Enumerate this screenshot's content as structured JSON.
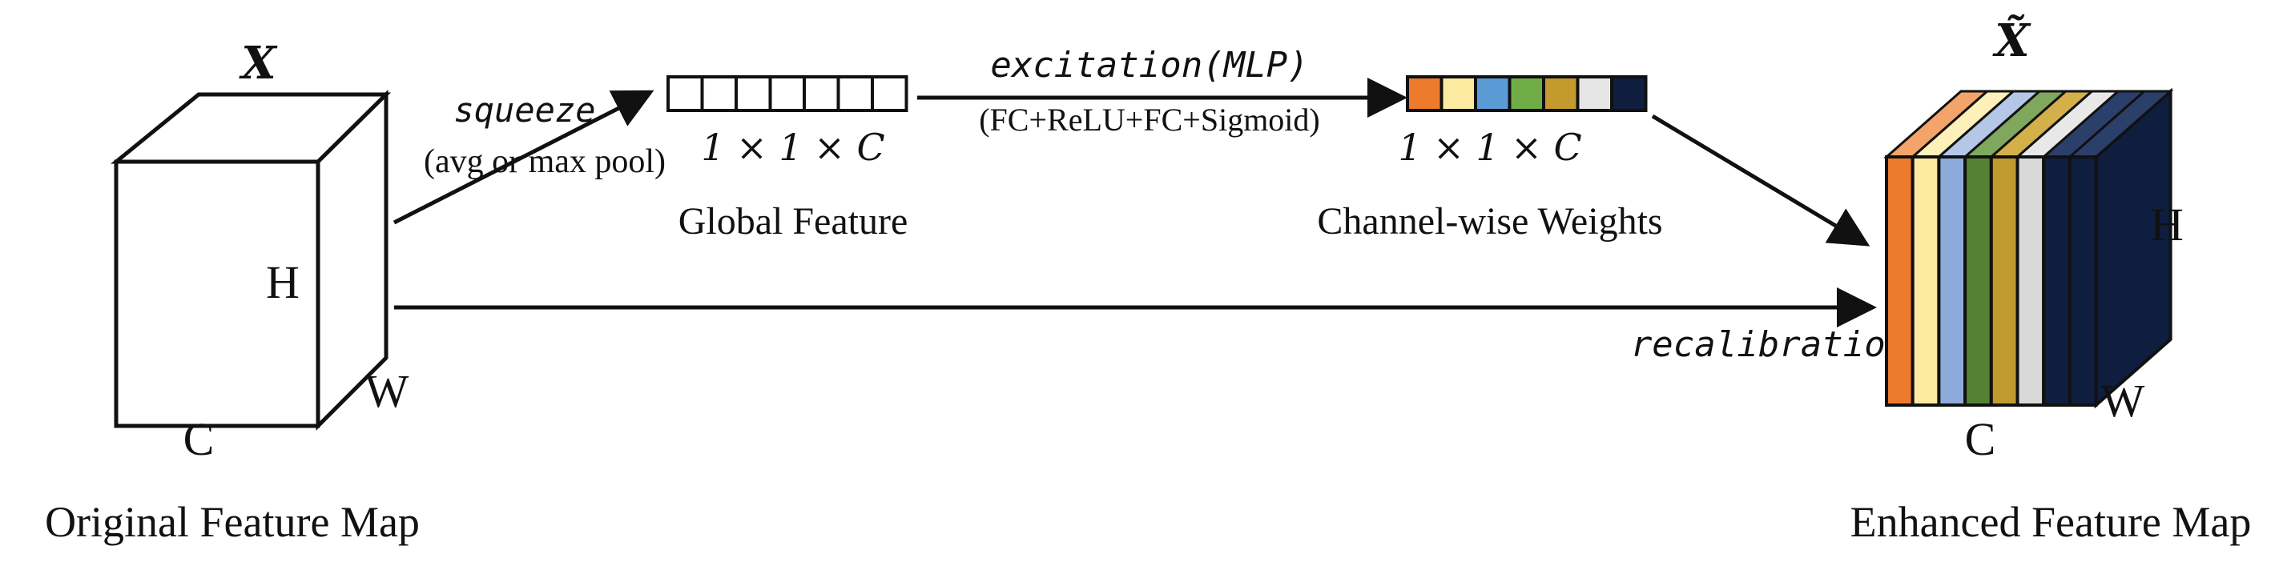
{
  "left_block": {
    "tensor_symbol": "X",
    "h_label": "H",
    "w_label": "W",
    "c_label": "C",
    "caption": "Original Feature Map"
  },
  "squeeze": {
    "label": "squeeze",
    "sublabel": "(avg or max pool)"
  },
  "global_feature": {
    "cells": 7,
    "dims": "1 × 1 × C",
    "caption": "Global Feature"
  },
  "excitation": {
    "label": "excitation(MLP)",
    "sublabel": "(FC+ReLU+FC+Sigmoid)"
  },
  "channel_weights": {
    "colors": [
      "#ee7b2c",
      "#fbeaa0",
      "#5b9bd5",
      "#70ad47",
      "#c49a2e",
      "#e6e6e6",
      "#0f1d3f"
    ],
    "dims": "1 × 1 × C",
    "caption": "Channel-wise Weights"
  },
  "recalibration": {
    "label": "recalibration"
  },
  "right_block": {
    "tensor_symbol": "X̃",
    "h_label": "H",
    "w_label": "W",
    "c_label": "C",
    "caption": "Enhanced Feature Map",
    "slice_colors": [
      "#ee7b2c",
      "#fbeaa0",
      "#8eaadb",
      "#548235",
      "#bf9a2e",
      "#d9d9d9",
      "#0f1d3f",
      "#0f1d3f"
    ],
    "top_colors": [
      "#f4a46a",
      "#fdf0b8",
      "#b4c7e7",
      "#7fa85c",
      "#d4b04a",
      "#e8e8e8",
      "#2b3f6b",
      "#2b3f6b"
    ],
    "side_color": "#0f1d3f"
  }
}
